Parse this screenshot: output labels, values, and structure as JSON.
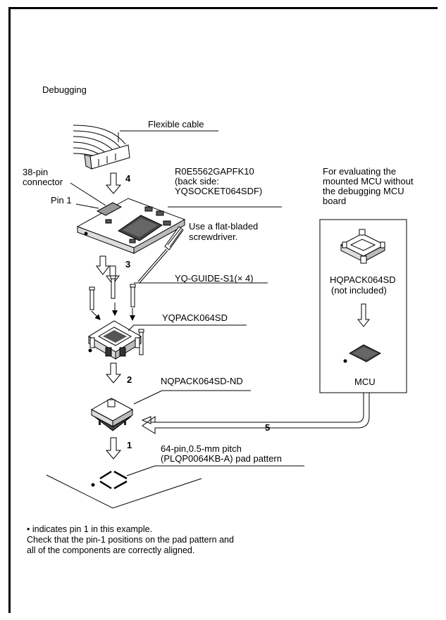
{
  "title": "Debugging",
  "labels": {
    "flexible_cable": "Flexible cable",
    "connector_38pin_line1": "38-pin",
    "connector_38pin_line2": "connector",
    "pin1": "Pin 1",
    "r0e_line1": "R0E5562GAPFK10",
    "r0e_line2": "(back side:",
    "r0e_line3": "YQSOCKET064SDF)",
    "screwdriver_line1": "Use a flat-bladed",
    "screwdriver_line2": "screwdriver.",
    "guide": "YQ-GUIDE-S1(× 4)",
    "yqpack": "YQPACK064SD",
    "nqpack": "NQPACK064SD-ND",
    "pad_line1": "64-pin,0.5-mm pitch",
    "pad_line2": "(PLQP0064KB-A) pad pattern"
  },
  "steps": [
    "1",
    "2",
    "3",
    "4",
    "5"
  ],
  "evaluation": {
    "heading_line1": "For evaluating the",
    "heading_line2": "mounted MCU without",
    "heading_line3": "the debugging MCU",
    "heading_line4": "board",
    "hqpack_line1": "HQPACK064SD",
    "hqpack_line2": "(not included)",
    "mcu": "MCU"
  },
  "notes": {
    "line1": "• indicates pin 1 in this example.",
    "line2": "Check that the pin-1 positions on the pad pattern and",
    "line3": "all of the components are correctly aligned."
  }
}
